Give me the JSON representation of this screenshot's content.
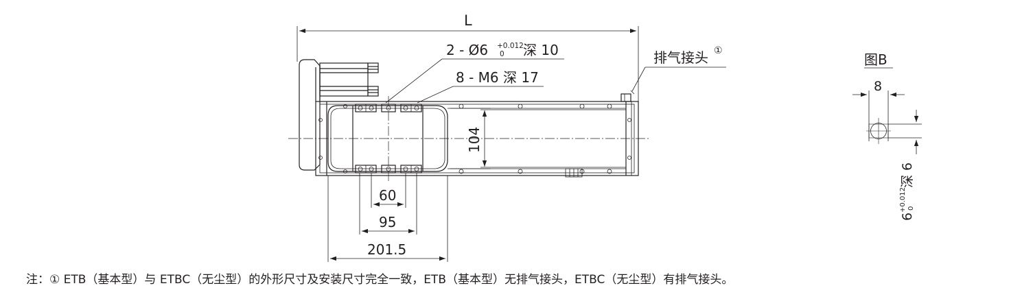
{
  "dimensions": {
    "overall_length": "L",
    "width_104": "104",
    "spacing_60": "60",
    "spacing_95": "95",
    "length_201_5": "201.5",
    "small_8": "8"
  },
  "callouts": {
    "pin_holes": {
      "prefix": "2 - Ø6",
      "tol_upper": "+0.012",
      "tol_lower": "0",
      "suffix": "深 10"
    },
    "thread_holes": "8 - M6 深 17",
    "air_connector": "排气接头",
    "air_connector_marker": "①"
  },
  "figure_b": {
    "title": "图B",
    "hole_depth": {
      "size": "6",
      "tol_upper": "+0.012",
      "tol_lower": "0",
      "depth": "深 6"
    }
  },
  "note": "注：① ETB（基本型）与 ETBC（无尘型）的外形尺寸及安装尺寸完全一致，ETB（基本型）无排气接头，ETBC（无尘型）有排气接头。"
}
